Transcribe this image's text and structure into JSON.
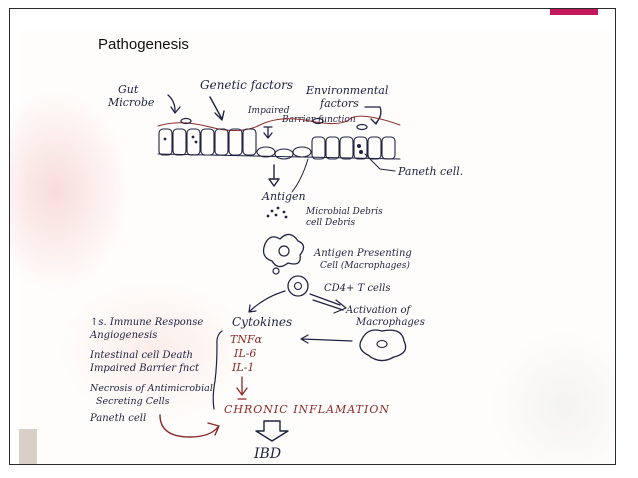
{
  "slide": {
    "title": "Pathogenesis",
    "accent_color": "#c2185b"
  },
  "diagram": {
    "inputs": {
      "gut_microbe": [
        "Gut",
        "Microbe"
      ],
      "genetic_factors": "Genetic factors",
      "environmental_factors": [
        "Environmental",
        "factors"
      ],
      "impaired_barrier": [
        "Impaired",
        "Barrier function"
      ]
    },
    "paneth_cell": "Paneth cell.",
    "antigen": "Antigen",
    "debris": [
      "Microbial Debris",
      "cell Debris"
    ],
    "apc": [
      "Antigen Presenting",
      "Cell (Macrophages)"
    ],
    "cd4": "CD4+ T cells",
    "activation": [
      "Activation of",
      "Macrophages"
    ],
    "cytokines": {
      "title": "Cytokines",
      "items": [
        "TNFα",
        "IL-6",
        "IL-1"
      ]
    },
    "effects": [
      "↑s. Immune Response",
      "Angiogenesis",
      "Intestinal cell Death",
      "Impaired Barrier fnct",
      "Necrosis of Antimicrobial",
      "Secreting Cells",
      "Paneth cell"
    ],
    "chronic_inflammation": "CHRONIC INFLAMATION",
    "outcome": "IBD"
  }
}
